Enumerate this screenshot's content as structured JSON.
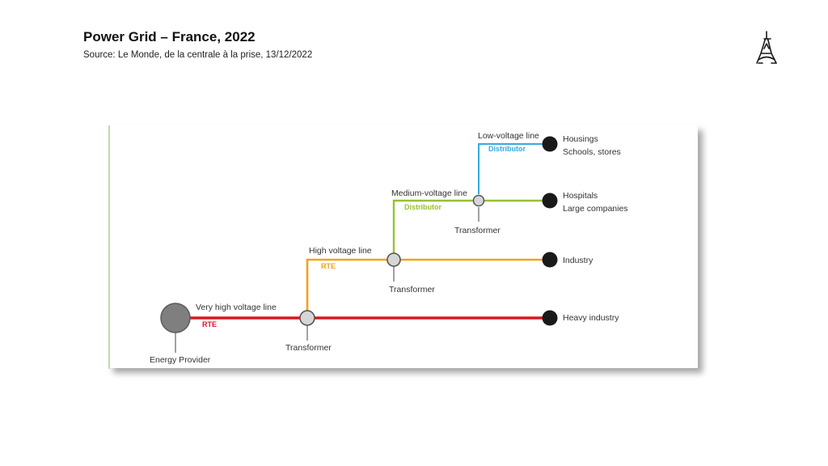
{
  "header": {
    "title": "Power Grid – France, 2022",
    "source": "Source: Le Monde, de la centrale à la prise, 13/12/2022"
  },
  "logo": {
    "icon": "eiffel-tower-icon"
  },
  "colors": {
    "very_high": "#d9161f",
    "high": "#f5a11e",
    "medium": "#95c232",
    "low": "#36a9e1",
    "accent_bar": "#a9d18e"
  },
  "diagram": {
    "lines": {
      "very_high": {
        "label": "Very high voltage line",
        "operator": "RTE"
      },
      "high": {
        "label": "High voltage line",
        "operator": "RTE"
      },
      "medium": {
        "label": "Medium-voltage line",
        "operator": "Distributor"
      },
      "low": {
        "label": "Low-voltage line",
        "operator": "Distributor"
      }
    },
    "source_node": "Energy Provider",
    "transformers": [
      "Transformer",
      "Transformer",
      "Transformer"
    ],
    "consumers": {
      "heavy_industry": "Heavy industry",
      "industry": "Industry",
      "hospitals": "Hospitals",
      "large_companies": "Large companies",
      "housings": "Housings",
      "schools": "Schools, stores"
    }
  }
}
